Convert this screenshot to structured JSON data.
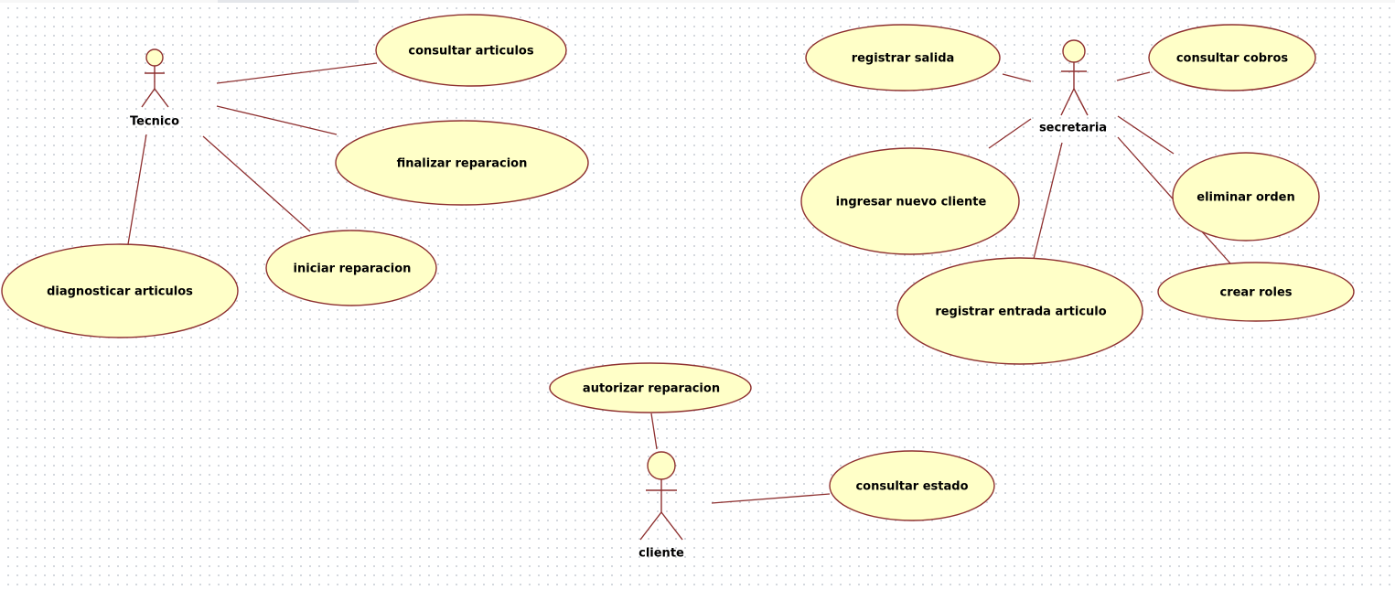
{
  "diagram": {
    "actors": {
      "tecnico": "Tecnico",
      "secretaria": "secretaria",
      "cliente": "cliente"
    },
    "use_cases": {
      "consultar_articulos": "consultar articulos",
      "finalizar_reparacion": "finalizar reparacion",
      "iniciar_reparacion": "iniciar reparacion",
      "diagnosticar_articulos": "diagnosticar articulos",
      "registrar_salida": "registrar salida",
      "consultar_cobros": "consultar cobros",
      "ingresar_nuevo_cliente": "ingresar nuevo cliente",
      "eliminar_orden": "eliminar orden",
      "registrar_entrada_articulo": "registrar entrada articulo",
      "crear_roles": "crear roles",
      "autorizar_reparacion": "autorizar reparacion",
      "consultar_estado": "consultar estado"
    },
    "colors": {
      "shape_fill": "#ffffc8",
      "line": "#8e3030",
      "grid_dot": "#c9ced6"
    }
  }
}
